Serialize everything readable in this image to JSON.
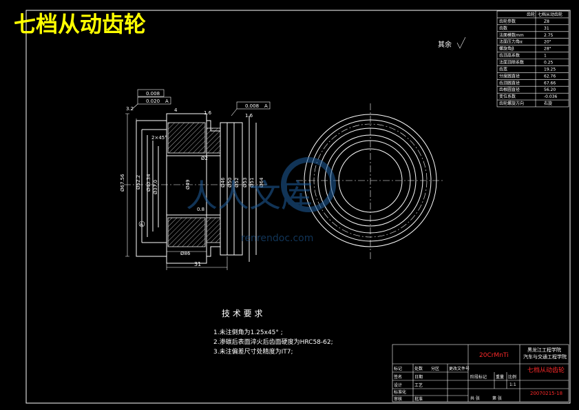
{
  "title": "七档从动齿轮",
  "roughness_note": "其余",
  "gear_table": {
    "header_left": "齿轮",
    "header_right": "七档从动齿轮",
    "rows": [
      {
        "label": "齿轮参数",
        "value": "Z8"
      },
      {
        "label": "齿数",
        "value": "31"
      },
      {
        "label": "法面模数mm",
        "value": "2.75"
      },
      {
        "label": "法面压力角α",
        "value": "20°"
      },
      {
        "label": "螺旋角β",
        "value": "28°"
      },
      {
        "label": "齿顶高系数",
        "value": "1"
      },
      {
        "label": "法面顶隙系数",
        "value": "0.25"
      },
      {
        "label": "齿宽",
        "value": "19.25"
      },
      {
        "label": "分度圆直径",
        "value": "62.76"
      },
      {
        "label": "齿顶圆直径",
        "value": "67.66"
      },
      {
        "label": "齿根圆直径",
        "value": "56.20"
      },
      {
        "label": "变位系数",
        "value": "-0.036"
      },
      {
        "label": "齿轮螺旋方向",
        "value": "右旋"
      }
    ]
  },
  "tolerances": {
    "box1_a": "0.008",
    "box1_b": "0.020",
    "box1_ref": "A",
    "box2_a": "0.008",
    "box2_ref": "A",
    "rough1": "1.6",
    "rough2": "1.6",
    "rough3": "0.8",
    "rough4": "3.2"
  },
  "dimensions": {
    "d1": "2×45°",
    "d2": "Ø67.56",
    "d3": "Ø52.2",
    "d4": "Ø40.34",
    "d5": "Ø37.0",
    "d6": "Ø49",
    "d7": "Ø46",
    "d8": "Ø50",
    "d9": "Ø52",
    "d10": "Ø53",
    "d11": "Ø51",
    "d12": "Ø64",
    "d13": "4",
    "d14": "Ø2",
    "d15": "Ø86",
    "d16": "31",
    "d17": "A"
  },
  "tech_req": {
    "heading": "技 术 要 求",
    "items": [
      "1.未注倒角为1.25x45° ;",
      "2.渗碳后表面淬火后齿面硬度为HRC58-62;",
      "3.未注偏差尺寸处精度为IT7;"
    ]
  },
  "title_block": {
    "material": "20CrMnTi",
    "school_line1": "黑龙江工程学院",
    "school_line2": "汽车与交通工程学院",
    "part_name": "七档从动齿轮",
    "drawing_no": "20070215-18",
    "cells": [
      "标记",
      "处数",
      "分区",
      "更改文件号",
      "签名",
      "日期",
      "设计",
      "标准化",
      "审核",
      "工艺",
      "批准",
      "阶段标记",
      "重量",
      "比例",
      "共 张",
      "第 张",
      "1:1"
    ]
  },
  "watermark": {
    "text": "人人文库",
    "url": "renrendoc.com"
  }
}
